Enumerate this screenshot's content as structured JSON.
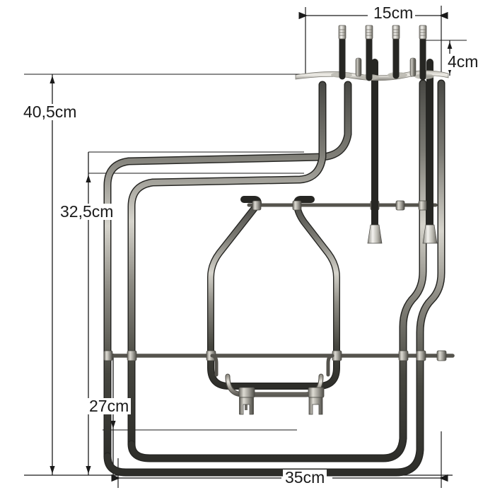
{
  "image": {
    "subject": "oven dual grill heating element",
    "background_color": "#ffffff",
    "line_color": "#1a1a1a",
    "metal_dark": "#3a3a38",
    "metal_mid": "#6e6e68",
    "metal_light": "#cfcdc6",
    "metal_highlight": "#f2f1ec"
  },
  "dimensions": {
    "total_height": "40,5cm",
    "inner_height": "32,5cm",
    "lower_height": "27cm",
    "total_width": "35cm",
    "terminal_width": "15cm",
    "terminal_height": "4cm"
  },
  "units": "cm",
  "decimal_separator": ","
}
